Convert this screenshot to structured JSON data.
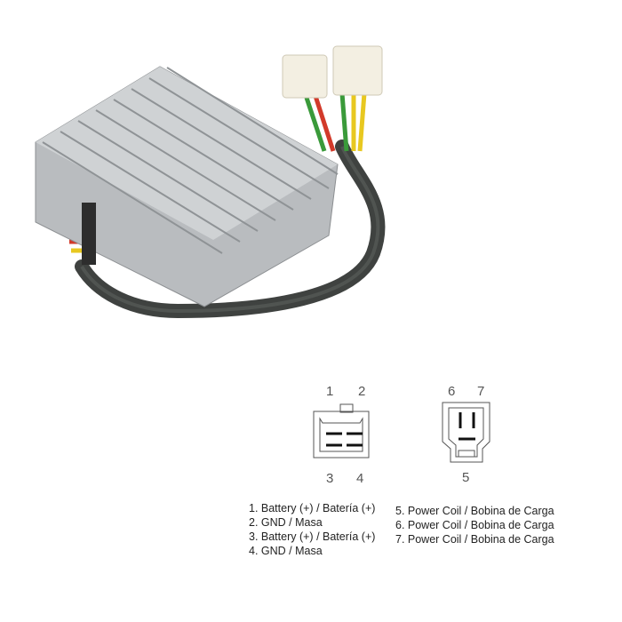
{
  "product": {
    "name": "regulator-rectifier"
  },
  "connector_a": {
    "pins_top": [
      "1",
      "2"
    ],
    "pins_bottom": [
      "3",
      "4"
    ]
  },
  "connector_b": {
    "pins_top": [
      "6",
      "7"
    ],
    "pins_bottom": [
      "5"
    ]
  },
  "legend": {
    "left": [
      "1. Battery (+) / Batería (+)",
      "2. GND / Masa",
      "3. Battery (+) / Batería (+)",
      "4. GND / Masa"
    ],
    "right": [
      "5. Power Coil / Bobina de Carga",
      "6. Power Coil / Bobina de Carga",
      "7. Power Coil / Bobina de Carga"
    ]
  },
  "colors": {
    "body": "#b9bcbf",
    "cable": "#3f4240",
    "wire_green": "#3a9a3a",
    "wire_yellow": "#e8c820",
    "wire_red": "#d23a2a"
  }
}
